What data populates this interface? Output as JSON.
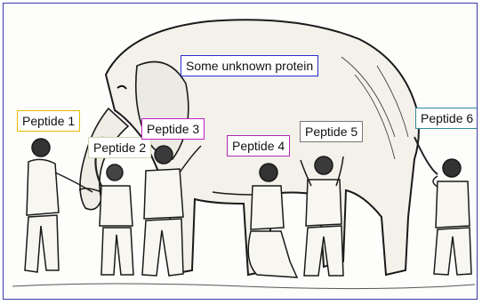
{
  "labels": {
    "protein": "Some unknown protein",
    "p1": "Peptide 1",
    "p2": "Peptide 2",
    "p3": "Peptide 3",
    "p4": "Peptide 4",
    "p5": "Peptide 5",
    "p6": "Peptide 6"
  },
  "colors": {
    "frame": "#3a3aa8",
    "protein": "#2b2bd6",
    "p1": "#e8b800",
    "p2": "#c9d9b0",
    "p3": "#c020c0",
    "p4": "#b028b0",
    "p5": "#777777",
    "p6": "#2e8b9a"
  }
}
